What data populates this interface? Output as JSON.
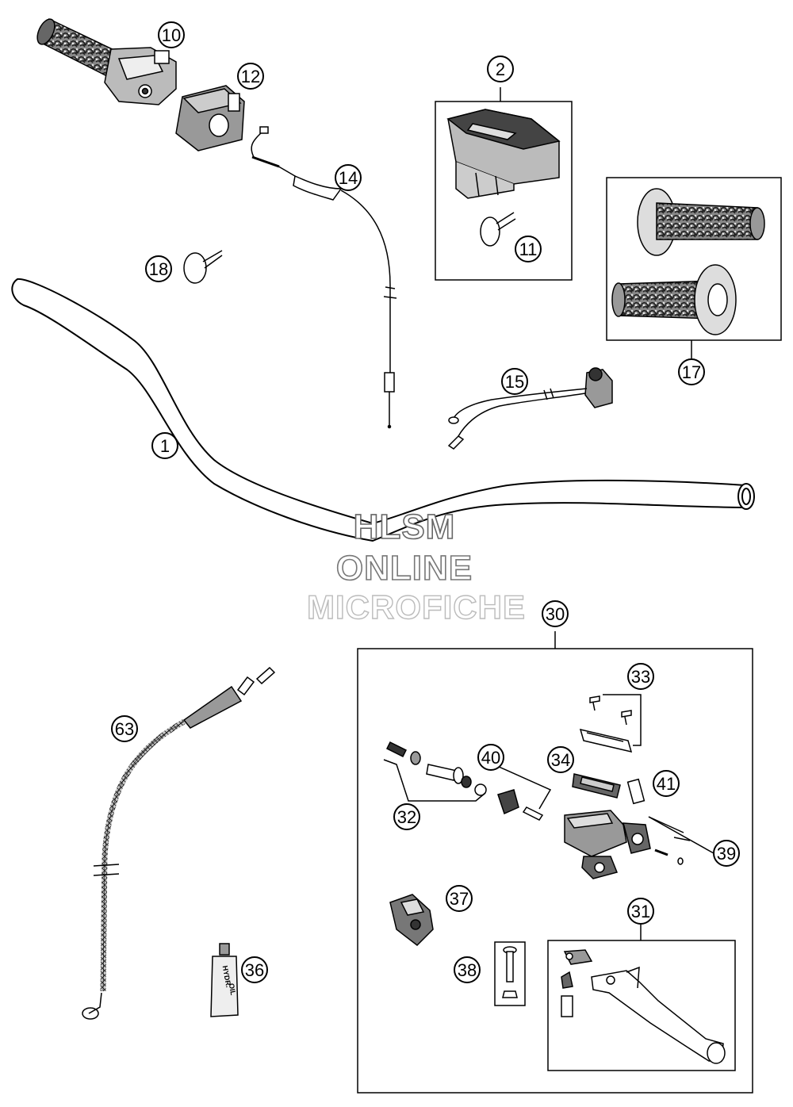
{
  "watermark": {
    "line1": "HLSM",
    "line2": "ONLINE",
    "line3": "MICROFICHE"
  },
  "callouts": {
    "c1": "1",
    "c2": "2",
    "c10": "10",
    "c11": "11",
    "c12": "12",
    "c14": "14",
    "c15": "15",
    "c17": "17",
    "c18": "18",
    "c30": "30",
    "c31": "31",
    "c32": "32",
    "c33": "33",
    "c34": "34",
    "c36": "36",
    "c37": "37",
    "c38": "38",
    "c39": "39",
    "c40": "40",
    "c41": "41",
    "c63": "63"
  },
  "bottle_label": {
    "line1": "HYDR.",
    "line2": "OIL"
  },
  "colors": {
    "line": "#000000",
    "fill_light": "#ffffff",
    "fill_grey": "#9a9a9a",
    "fill_dark": "#333333",
    "watermark_stroke": "#777777"
  }
}
